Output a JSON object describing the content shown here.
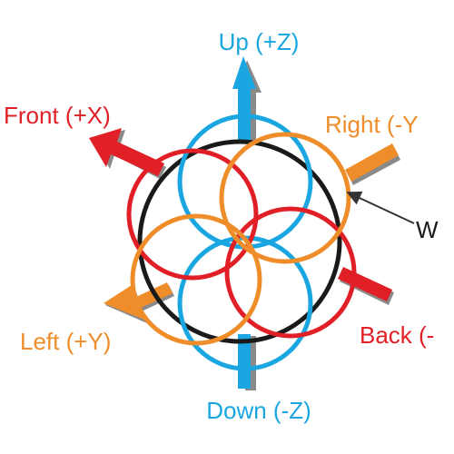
{
  "labels": {
    "up": "Up (+Z)",
    "down": "Down (-Z)",
    "front": "Front (+X)",
    "back": "Back (-",
    "right": "Right (-Y",
    "left": "Left (+Y)",
    "w": "W"
  },
  "colors": {
    "blue": "#1aa6e0",
    "red": "#e01f26",
    "orange": "#ef8d2a",
    "black": "#1a1a1a",
    "shadow": "#8a8a8a",
    "pointer": "#333333"
  }
}
